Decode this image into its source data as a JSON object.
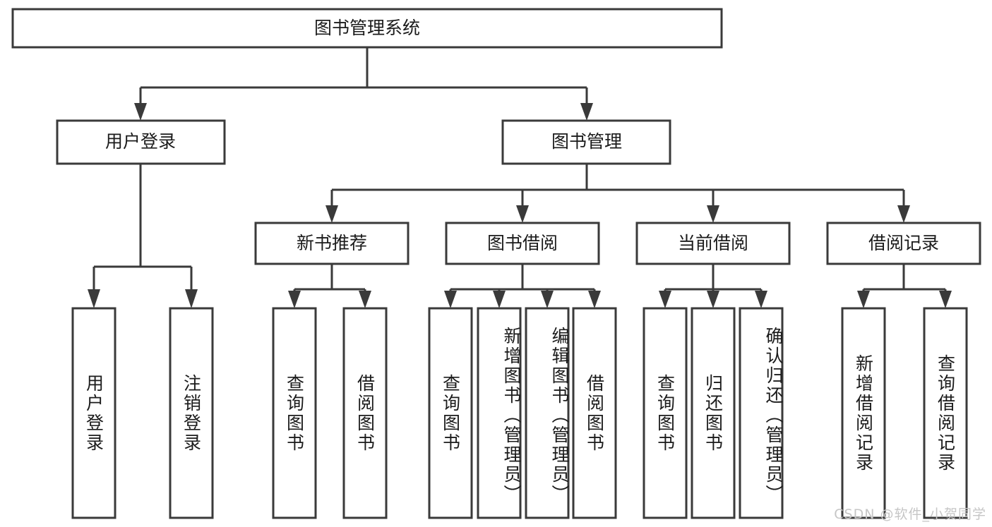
{
  "diagram": {
    "type": "tree",
    "title": "图书管理系统",
    "colors": {
      "box_stroke": "#3a3a3a",
      "box_fill": "#ffffff",
      "text": "#1b1b1b",
      "background": "#ffffff",
      "watermark": "#c6c6c6"
    },
    "root": {
      "label": "图书管理系统"
    },
    "level2": [
      {
        "label": "用户登录"
      },
      {
        "label": "图书管理"
      }
    ],
    "level3": [
      {
        "label": "新书推荐"
      },
      {
        "label": "图书借阅"
      },
      {
        "label": "当前借阅"
      },
      {
        "label": "借阅记录"
      }
    ],
    "leaves": {
      "user_login": [
        {
          "label": "用户登录"
        },
        {
          "label": "注销登录"
        }
      ],
      "new_book_recommend": [
        {
          "label": "查询图书"
        },
        {
          "label": "借阅图书"
        }
      ],
      "book_borrow": [
        {
          "label": "查询图书"
        },
        {
          "label": "新增图书（管理员）"
        },
        {
          "label": "编辑图书（管理员）"
        },
        {
          "label": "借阅图书"
        }
      ],
      "current_borrow": [
        {
          "label": "查询图书"
        },
        {
          "label": "归还图书"
        },
        {
          "label": "确认归还（管理员）"
        }
      ],
      "borrow_record": [
        {
          "label": "新增借阅记录"
        },
        {
          "label": "查询借阅记录"
        }
      ]
    }
  },
  "watermark": {
    "text": "CSDN @软件_小贺同学"
  }
}
